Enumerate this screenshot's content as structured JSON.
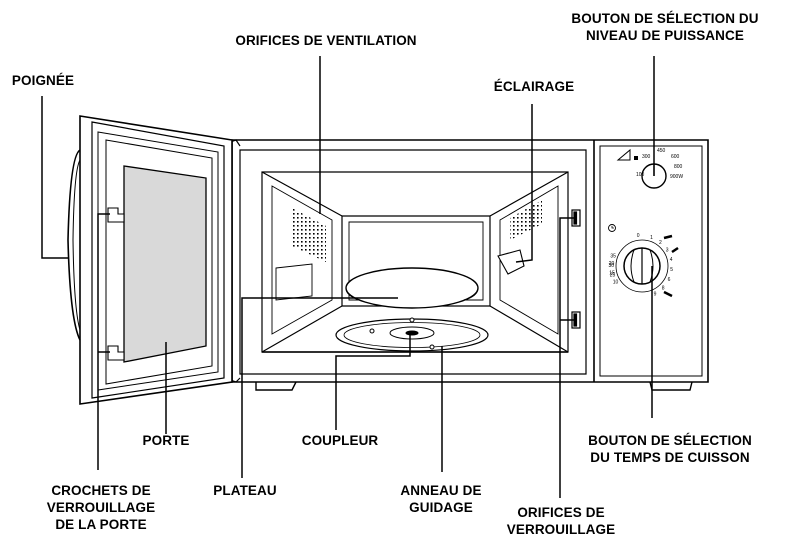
{
  "labels": {
    "poignee": "POIGNÉE",
    "orifices_ventilation": "ORIFICES DE VENTILATION",
    "eclairage": "ÉCLAIRAGE",
    "bouton_puissance": [
      "BOUTON DE SÉLECTION DU",
      "NIVEAU DE PUISSANCE"
    ],
    "porte": "PORTE",
    "coupleur": "COUPLEUR",
    "bouton_temps": [
      "BOUTON DE SÉLECTION",
      "DU TEMPS DE CUISSON"
    ],
    "crochets": [
      "CROCHETS DE",
      "VERROUILLAGE",
      "DE LA PORTE"
    ],
    "plateau": "PLATEAU",
    "anneau": [
      "ANNEAU DE",
      "GUIDAGE"
    ],
    "orifices_verrouillage": [
      "ORIFICES DE",
      "VERROUILLAGE"
    ]
  },
  "power_dial": {
    "ticks": [
      "100",
      "300",
      "450",
      "600",
      "800",
      "900W"
    ]
  },
  "timer_dial": {
    "ticks_left": [
      "35",
      "30",
      "25",
      "20",
      "15",
      "10"
    ],
    "ticks_right": [
      "1",
      "2",
      "3",
      "4",
      "5",
      "6",
      "8",
      "9"
    ],
    "ticks_top": [
      "0"
    ]
  }
}
